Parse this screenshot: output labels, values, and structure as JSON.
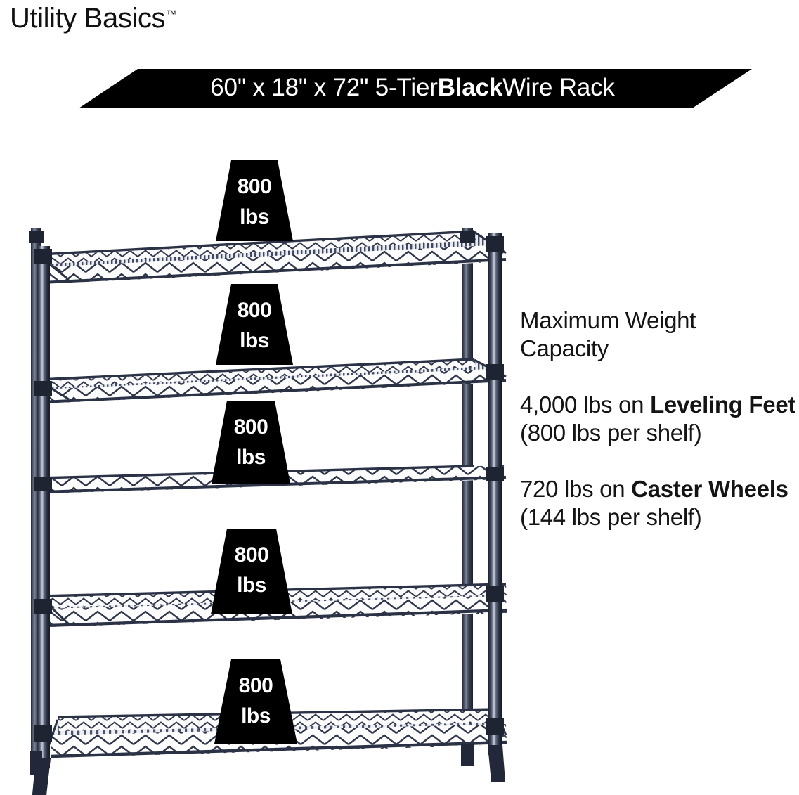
{
  "brand": {
    "name": "Utility Basics",
    "trademark": "™"
  },
  "banner": {
    "text_before": "60\" x 18\" x 72\" 5-Tier ",
    "text_bold": "Black",
    "text_after": " Wire Rack",
    "background_color": "#000000",
    "text_color": "#ffffff"
  },
  "product": {
    "shelf_count": 5,
    "frame_color": "#2b3246",
    "badges": [
      {
        "value": "800",
        "unit": "lbs"
      },
      {
        "value": "800",
        "unit": "lbs"
      },
      {
        "value": "800",
        "unit": "lbs"
      },
      {
        "value": "800",
        "unit": "lbs"
      },
      {
        "value": "800",
        "unit": "lbs"
      }
    ]
  },
  "info": {
    "title_line1": "Maximum Weight",
    "title_line2": "Capacity",
    "paragraphs": [
      {
        "lead": "4,000 lbs on ",
        "emphasis": "Leveling Feet",
        "tail": " (800 lbs per shelf)"
      },
      {
        "lead": "720 lbs on ",
        "emphasis": "Caster Wheels",
        "tail": " (144 lbs per shelf)"
      }
    ]
  }
}
